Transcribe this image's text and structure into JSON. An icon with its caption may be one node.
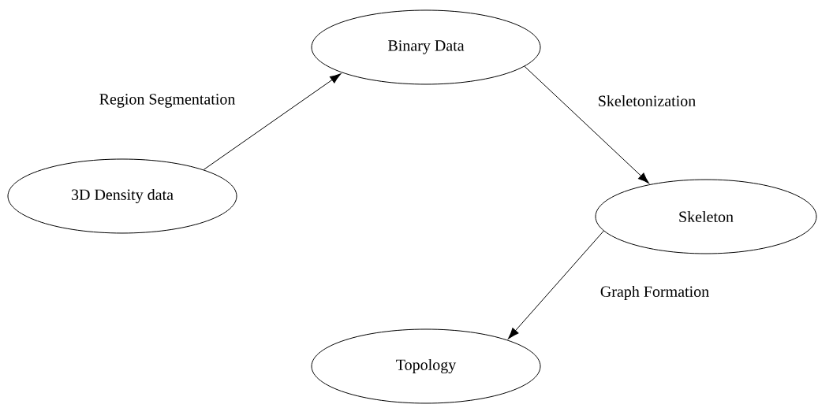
{
  "diagram": {
    "nodes": [
      {
        "text": [
          "3D Density data"
        ]
      },
      {
        "text": [
          "Binary Data"
        ]
      },
      {
        "text": [
          "Skeleton"
        ]
      },
      {
        "text": [
          "Topology"
        ]
      }
    ],
    "edges": [
      {
        "from": 0,
        "to": 1,
        "arrow": "to",
        "label": "Region Segmentation"
      },
      {
        "from": 1,
        "to": 2,
        "arrow": "to",
        "label": "Skeletonization"
      },
      {
        "from": 2,
        "to": 3,
        "arrow": "to",
        "label": "Graph Formation"
      }
    ]
  }
}
